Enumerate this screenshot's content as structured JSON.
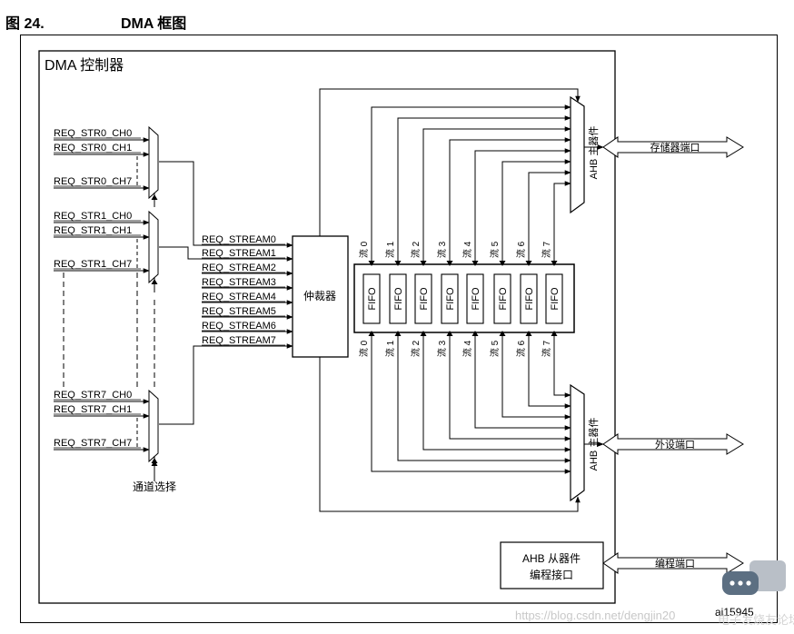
{
  "figure": {
    "number": "图 24.",
    "title": "DMA 框图"
  },
  "controller": {
    "label": "DMA 控制器"
  },
  "request_groups": [
    {
      "lines": [
        "REQ_STR0_CH0",
        "REQ_STR0_CH1",
        "REQ_STR0_CH7"
      ]
    },
    {
      "lines": [
        "REQ_STR1_CH0",
        "REQ_STR1_CH1",
        "REQ_STR1_CH7"
      ]
    },
    {
      "lines": [
        "REQ_STR7_CH0",
        "REQ_STR7_CH1",
        "REQ_STR7_CH7"
      ]
    }
  ],
  "channel_select_label": "通道选择",
  "streams": [
    "REQ_STREAM0",
    "REQ_STREAM1",
    "REQ_STREAM2",
    "REQ_STREAM3",
    "REQ_STREAM4",
    "REQ_STREAM5",
    "REQ_STREAM6",
    "REQ_STREAM7"
  ],
  "arbiter": {
    "label": "仲裁器"
  },
  "fifo_label": "FIFO",
  "flow_labels": [
    "流 0",
    "流 1",
    "流 2",
    "流 3",
    "流 4",
    "流 5",
    "流 6",
    "流 7"
  ],
  "ahb_master_label": "AHB 主器件",
  "ports": {
    "memory": "存储器端口",
    "peripheral": "外设端口",
    "programming": "编程端口"
  },
  "ahb_slave": {
    "line1": "AHB 从器件",
    "line2": "编程接口"
  },
  "figure_id": "ai15945",
  "credit": "https://blog.csdn.net/dengjin20",
  "watermark": "电子发烧友论坛"
}
